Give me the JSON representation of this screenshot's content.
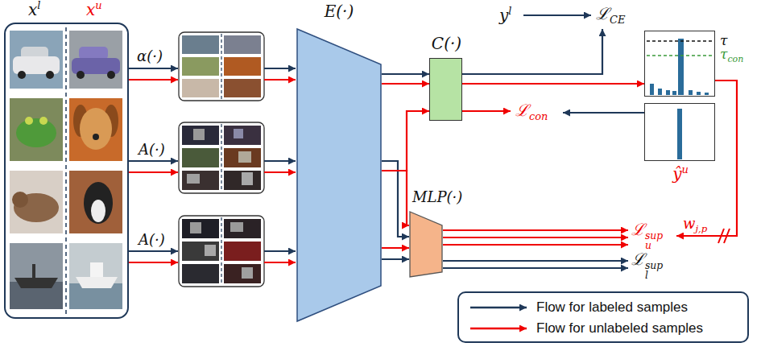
{
  "diagram": {
    "nodes": [
      {
        "text": [
          "xl",
          "xu"
        ]
      },
      {
        "text": [
          "E(·)"
        ]
      },
      {
        "text": [
          "C(·)"
        ]
      },
      {
        "text": [
          "MLP(·)"
        ]
      },
      {
        "text": [
          "τ",
          "τcon"
        ]
      },
      {
        "text": [
          "ŷu"
        ]
      }
    ],
    "edges": [
      {
        "from": 1,
        "to": 2,
        "arrow": "to"
      },
      {
        "from": 1,
        "to": 3,
        "arrow": "to"
      },
      {
        "from": 2,
        "to": 4,
        "arrow": "to"
      }
    ],
    "labels": [
      "α(·)",
      "A(·)",
      "A(·)",
      "yl",
      "ℒCE",
      "ℒcon",
      "wj,p",
      "ℒusup",
      "ℒlsup"
    ],
    "legend": [
      {
        "text": "Flow for labeled samples"
      },
      {
        "text": "Flow for unlabeled samples"
      }
    ]
  }
}
